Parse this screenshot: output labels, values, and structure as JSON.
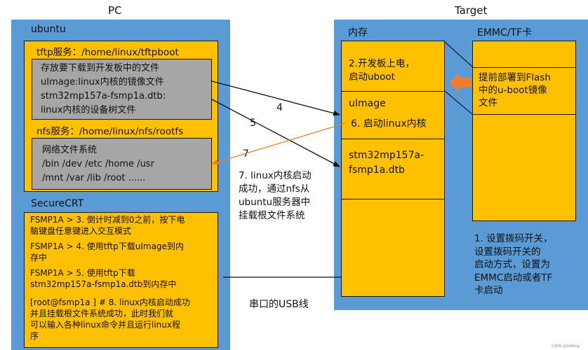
{
  "headers": {
    "pc": "PC",
    "target": "Target"
  },
  "pc": {
    "ubuntu_label": "ubuntu",
    "tftp_title": "tftp服务：/home/linux/tftpboot",
    "tftp_lines": [
      "存放要下载到开发板中的文件",
      "uImage:linux内核的镜像文件",
      "stm32mp157a-fsmp1a.dtb:",
      "linux内核的设备树文件"
    ],
    "nfs_title": "nfs服务：/home/linux/nfs/rootfs",
    "nfs_lines": [
      "网络文件系统",
      "/bin  /dev   /etc  /home   /usr",
      "/mnt  /var   /lib   /root    ......"
    ],
    "securecrt_label": "SecureCRT",
    "crt_items": [
      [
        "FSMP1A > 3. 倒计时减到0之前，按下电",
        "脑键盘任意键进入交互模式"
      ],
      [
        "FSMP1A > 4. 使用tftp下载uImage到内",
        "存中"
      ],
      [
        "FSMP1A > 5. 使用tftp下载",
        "stm32mp157a-fsmp1a.dtb到内存中"
      ],
      [
        "[root@fsmp1a ] # 8. linux内核启动成功",
        "并且挂载根文件系统成功，此时我们就",
        "可以输入各种linux命令并且运行linux程",
        "序"
      ]
    ]
  },
  "target": {
    "memory_label": "内存",
    "emmc_label": "EMMC/TF卡",
    "mem_step2": [
      "2.开发板上电，",
      "启动uboot"
    ],
    "uimage_label": "uImage",
    "mem_step6": "6. 启动linux内核",
    "dtb_lines": [
      "stm32mp157a-",
      "fsmp1a.dtb"
    ],
    "emmc_text": [
      "提前部署到Flash",
      "中的u-boot镜像",
      "文件"
    ],
    "step1": [
      "1. 设置拨码开关，",
      "设置拨码开关的",
      "启动方式，设置为",
      "EMMC启动或者TF",
      "卡启动"
    ]
  },
  "arrows": {
    "a4": "4",
    "a5": "5",
    "a7": "7"
  },
  "step7": [
    "7. linux内核启动",
    "成功，通过nfs从",
    "ubuntu服务器中",
    "挂载根文件系统"
  ],
  "usb_label": "串口的USB线",
  "watermark": "CSDN @SiliNing",
  "colors": {
    "panel_blue": "#5b9bd5",
    "box_yellow": "#ffc000",
    "box_gray": "#a6a6a6",
    "arrow_orange": "#ed7d31"
  }
}
